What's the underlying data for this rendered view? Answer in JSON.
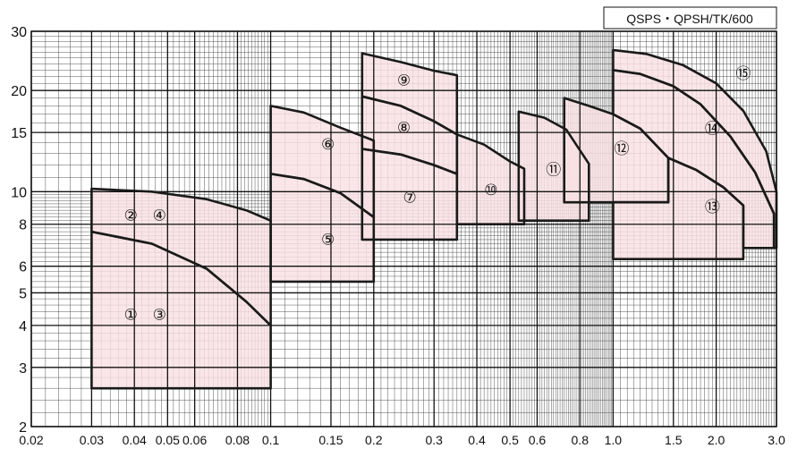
{
  "chart_data": {
    "type": "area",
    "title": "",
    "model_label": "QSPS・QPSH/TK/600",
    "xscale": "log",
    "yscale": "log",
    "xlim": [
      0.02,
      3.0
    ],
    "ylim": [
      2,
      30
    ],
    "grid": true,
    "x_ticks": [
      {
        "value": 0.02,
        "label": "0.02"
      },
      {
        "value": 0.03,
        "label": "0.03"
      },
      {
        "value": 0.04,
        "label": "0.04"
      },
      {
        "value": 0.05,
        "label": "0.05"
      },
      {
        "value": 0.06,
        "label": "0.06"
      },
      {
        "value": 0.08,
        "label": "0.08"
      },
      {
        "value": 0.1,
        "label": "0.1"
      },
      {
        "value": 0.15,
        "label": "0.15"
      },
      {
        "value": 0.2,
        "label": "0.2"
      },
      {
        "value": 0.3,
        "label": "0.3"
      },
      {
        "value": 0.4,
        "label": "0.4"
      },
      {
        "value": 0.5,
        "label": "0.5"
      },
      {
        "value": 0.6,
        "label": "0.6"
      },
      {
        "value": 0.8,
        "label": "0.8"
      },
      {
        "value": 1.0,
        "label": "1.0"
      },
      {
        "value": 1.5,
        "label": "1.5"
      },
      {
        "value": 2.0,
        "label": "2.0"
      },
      {
        "value": 3.0,
        "label": "3.0"
      }
    ],
    "y_ticks": [
      {
        "value": 2,
        "label": "2"
      },
      {
        "value": 3,
        "label": "3"
      },
      {
        "value": 4,
        "label": "4"
      },
      {
        "value": 5,
        "label": "5"
      },
      {
        "value": 6,
        "label": "6"
      },
      {
        "value": 8,
        "label": "8"
      },
      {
        "value": 10,
        "label": "10"
      },
      {
        "value": 15,
        "label": "15"
      },
      {
        "value": 20,
        "label": "20"
      },
      {
        "value": 30,
        "label": "30"
      }
    ],
    "fill_color": "#f9e0e3",
    "line_color": "#1a1a1a",
    "zones": [
      {
        "labels": [
          "①",
          "③"
        ],
        "label_at": [
          0.043,
          4.3
        ],
        "bounds": [
          [
            0.03,
            2.6
          ],
          [
            0.03,
            7.6
          ],
          [
            0.045,
            7.0
          ],
          [
            0.065,
            5.9
          ],
          [
            0.085,
            4.7
          ],
          [
            0.1,
            4.0
          ],
          [
            0.1,
            2.6
          ]
        ]
      },
      {
        "labels": [
          "②",
          "④"
        ],
        "label_at": [
          0.043,
          8.5
        ],
        "bounds": [
          [
            0.03,
            7.6
          ],
          [
            0.03,
            10.2
          ],
          [
            0.045,
            10.0
          ],
          [
            0.065,
            9.5
          ],
          [
            0.085,
            8.8
          ],
          [
            0.1,
            8.2
          ],
          [
            0.1,
            4.0
          ],
          [
            0.085,
            4.7
          ],
          [
            0.065,
            5.9
          ],
          [
            0.045,
            7.0
          ]
        ]
      },
      {
        "labels": [
          "⑤"
        ],
        "label_at": [
          0.147,
          7.2
        ],
        "bounds": [
          [
            0.1,
            5.4
          ],
          [
            0.1,
            11.3
          ],
          [
            0.125,
            10.9
          ],
          [
            0.16,
            9.9
          ],
          [
            0.2,
            8.4
          ],
          [
            0.2,
            5.4
          ]
        ]
      },
      {
        "labels": [
          "⑥"
        ],
        "label_at": [
          0.147,
          13.8
        ],
        "bounds": [
          [
            0.1,
            11.3
          ],
          [
            0.1,
            18.0
          ],
          [
            0.125,
            17.2
          ],
          [
            0.16,
            15.5
          ],
          [
            0.2,
            14.2
          ],
          [
            0.2,
            8.4
          ],
          [
            0.16,
            9.9
          ],
          [
            0.125,
            10.9
          ]
        ]
      },
      {
        "labels": [
          "⑦"
        ],
        "label_at": [
          0.255,
          9.6
        ],
        "bounds": [
          [
            0.185,
            7.2
          ],
          [
            0.185,
            13.4
          ],
          [
            0.24,
            12.9
          ],
          [
            0.3,
            12.0
          ],
          [
            0.35,
            11.3
          ],
          [
            0.35,
            7.2
          ]
        ]
      },
      {
        "labels": [
          "⑧"
        ],
        "label_at": [
          0.245,
          15.5
        ],
        "bounds": [
          [
            0.185,
            13.4
          ],
          [
            0.185,
            19.2
          ],
          [
            0.24,
            18.0
          ],
          [
            0.3,
            16.2
          ],
          [
            0.35,
            14.8
          ],
          [
            0.35,
            11.3
          ],
          [
            0.3,
            12.0
          ],
          [
            0.24,
            12.9
          ]
        ]
      },
      {
        "labels": [
          "⑨"
        ],
        "label_at": [
          0.245,
          21.4
        ],
        "bounds": [
          [
            0.185,
            19.2
          ],
          [
            0.185,
            25.8
          ],
          [
            0.24,
            24.3
          ],
          [
            0.3,
            22.9
          ],
          [
            0.35,
            22.2
          ],
          [
            0.35,
            14.8
          ],
          [
            0.3,
            16.2
          ],
          [
            0.24,
            18.0
          ]
        ]
      },
      {
        "labels": [
          "⑩"
        ],
        "label_at": [
          0.44,
          10.1
        ],
        "bounds": [
          [
            0.35,
            8.0
          ],
          [
            0.35,
            14.8
          ],
          [
            0.42,
            13.8
          ],
          [
            0.5,
            12.3
          ],
          [
            0.55,
            11.7
          ],
          [
            0.55,
            8.0
          ]
        ]
      },
      {
        "labels": [
          "⑪"
        ],
        "label_at": [
          0.67,
          11.6
        ],
        "bounds": [
          [
            0.53,
            8.2
          ],
          [
            0.53,
            17.3
          ],
          [
            0.63,
            16.6
          ],
          [
            0.73,
            15.3
          ],
          [
            0.85,
            12.1
          ],
          [
            0.85,
            8.2
          ]
        ]
      },
      {
        "labels": [
          "⑫"
        ],
        "label_at": [
          1.06,
          13.4
        ],
        "bounds": [
          [
            0.72,
            9.3
          ],
          [
            0.72,
            19.0
          ],
          [
            0.85,
            18.0
          ],
          [
            1.0,
            17.0
          ],
          [
            1.2,
            15.4
          ],
          [
            1.45,
            12.6
          ],
          [
            1.45,
            9.3
          ]
        ]
      },
      {
        "labels": [
          "⑬"
        ],
        "label_at": [
          1.95,
          9.0
        ],
        "bounds": [
          [
            1.0,
            6.3
          ],
          [
            1.0,
            9.3
          ],
          [
            1.45,
            9.3
          ],
          [
            1.45,
            12.6
          ],
          [
            1.75,
            11.6
          ],
          [
            2.1,
            10.3
          ],
          [
            2.4,
            9.1
          ],
          [
            2.4,
            6.3
          ]
        ]
      },
      {
        "labels": [
          "⑭"
        ],
        "label_at": [
          1.95,
          15.4
        ],
        "bounds": [
          [
            1.0,
            17.0
          ],
          [
            1.0,
            23.0
          ],
          [
            1.2,
            22.4
          ],
          [
            1.5,
            20.6
          ],
          [
            1.8,
            18.2
          ],
          [
            2.2,
            14.6
          ],
          [
            2.6,
            11.4
          ],
          [
            2.95,
            8.6
          ],
          [
            2.95,
            6.8
          ],
          [
            2.4,
            6.8
          ],
          [
            2.4,
            9.1
          ],
          [
            2.1,
            10.3
          ],
          [
            1.75,
            11.6
          ],
          [
            1.45,
            12.6
          ],
          [
            1.2,
            15.4
          ]
        ]
      },
      {
        "labels": [
          "⑮"
        ],
        "label_at": [
          2.4,
          22.4
        ],
        "bounds": [
          [
            1.0,
            23.0
          ],
          [
            1.0,
            26.4
          ],
          [
            1.25,
            25.7
          ],
          [
            1.6,
            23.8
          ],
          [
            2.0,
            21.0
          ],
          [
            2.4,
            17.4
          ],
          [
            2.8,
            13.2
          ],
          [
            3.0,
            10.0
          ],
          [
            3.0,
            6.8
          ],
          [
            2.95,
            6.8
          ],
          [
            2.95,
            8.6
          ],
          [
            2.6,
            11.4
          ],
          [
            2.2,
            14.6
          ],
          [
            1.8,
            18.2
          ],
          [
            1.5,
            20.6
          ],
          [
            1.2,
            22.4
          ]
        ]
      }
    ]
  }
}
